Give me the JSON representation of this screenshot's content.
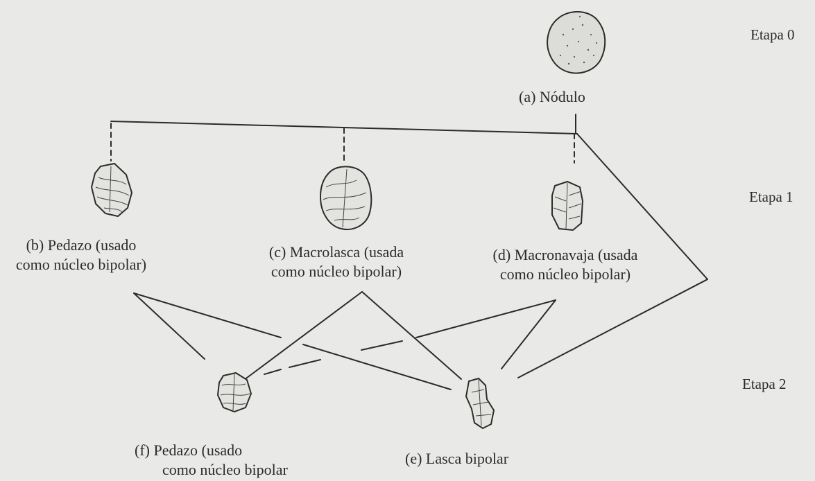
{
  "stages": {
    "stage0": "Etapa 0",
    "stage1": "Etapa 1",
    "stage2": "Etapa 2"
  },
  "items": {
    "a": {
      "line1": "(a) Nódulo"
    },
    "b": {
      "line1": "(b) Pedazo (usado",
      "line2": "como núcleo bipolar)"
    },
    "c": {
      "line1": "(c) Macrolasca (usada",
      "line2": "como núcleo bipolar)"
    },
    "d": {
      "line1": "(d) Macronavaja (usada",
      "line2": "como núcleo bipolar)"
    },
    "f": {
      "line1": "(f) Pedazo (usado",
      "line2": "como núcleo bipolar"
    },
    "e": {
      "line1": "(e) Lasca bipolar"
    }
  },
  "icons": [
    "nodule-icon",
    "chunk-icon",
    "macroflake-icon",
    "macroblade-icon",
    "small-chunk-icon",
    "bipolar-flake-icon"
  ],
  "colors": {
    "ink": "#2b2b2b",
    "paper": "#e9e9e7"
  }
}
